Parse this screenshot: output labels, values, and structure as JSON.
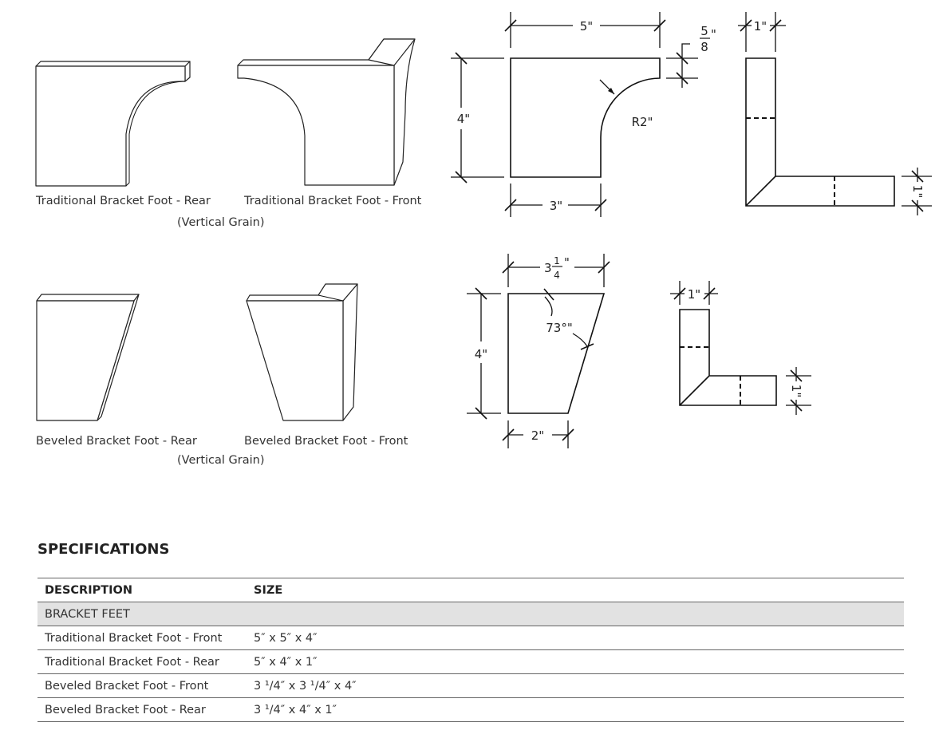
{
  "figures": {
    "trad_rear_label": "Traditional Bracket Foot - Rear",
    "trad_front_label": "Traditional Bracket Foot - Front",
    "trad_grain_note": "(Vertical Grain)",
    "bev_rear_label": "Beveled Bracket Foot - Rear",
    "bev_front_label": "Beveled Bracket Foot - Front",
    "bev_grain_note": "(Vertical Grain)"
  },
  "dims": {
    "trad_width": "5\"",
    "trad_notch_num": "5",
    "trad_notch_den": "8",
    "trad_notch_unit": "\"",
    "trad_height": "4\"",
    "trad_base": "3\"",
    "trad_radius": "R2\"",
    "trad_plan_thickness_top": "1\"",
    "trad_plan_thickness_side": "1\"",
    "bev_width_whole": "3",
    "bev_width_num": "1",
    "bev_width_den": "4",
    "bev_width_unit": "\"",
    "bev_height": "4\"",
    "bev_base": "2\"",
    "bev_angle": "73°\"",
    "bev_plan_thickness_top": "1\"",
    "bev_plan_thickness_side": "1\""
  },
  "specifications": {
    "title": "SPECIFICATIONS",
    "columns": [
      "DESCRIPTION",
      "SIZE"
    ],
    "group": "BRACKET FEET",
    "rows": [
      {
        "description": "Traditional Bracket Foot - Front",
        "size": "5″ x 5″ x 4″"
      },
      {
        "description": "Traditional Bracket Foot - Rear",
        "size": "5″ x 4″ x 1″"
      },
      {
        "description": "Beveled Bracket Foot - Front",
        "size": "3 ¹/4″ x 3 ¹/4″ x 4″"
      },
      {
        "description": "Beveled Bracket Foot - Rear",
        "size": "3 ¹/4″ x 4″ x 1″"
      }
    ]
  }
}
